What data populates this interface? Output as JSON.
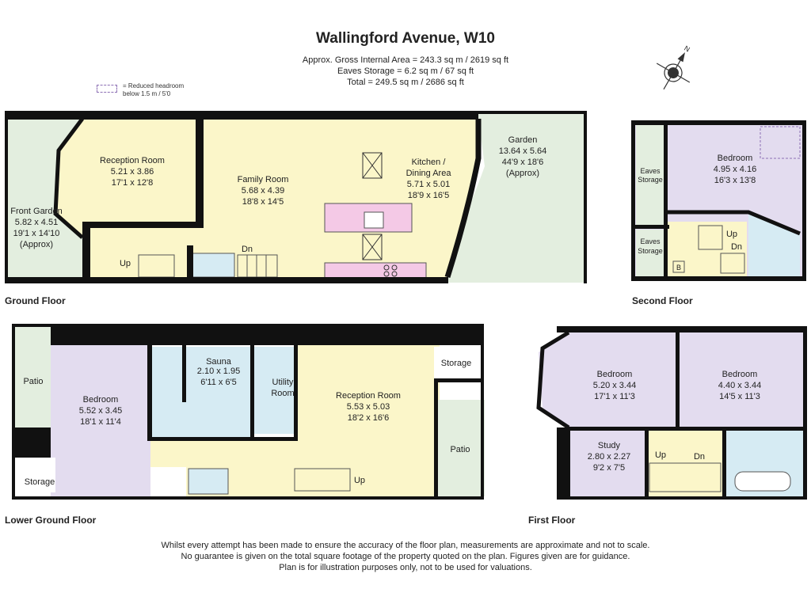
{
  "header": {
    "title": "Wallingford Avenue, W10",
    "gross_area": "Approx. Gross Internal Area = 243.3 sq m / 2619 sq ft",
    "eaves": "Eaves Storage = 6.2 sq m / 67 sq ft",
    "total": "Total = 249.5 sq m / 2686 sq ft"
  },
  "legend": {
    "line1": "= Reduced headroom",
    "line2": "below 1.5 m / 5'0"
  },
  "compass": {
    "letter": "N"
  },
  "floors": {
    "ground": "Ground Floor",
    "second": "Second Floor",
    "lower_ground": "Lower Ground Floor",
    "first": "First Floor"
  },
  "rooms": {
    "gf_reception": {
      "name": "Reception Room",
      "metric": "5.21 x 3.86",
      "imperial": "17'1 x 12'8"
    },
    "gf_family": {
      "name": "Family Room",
      "metric": "5.68 x 4.39",
      "imperial": "18'8 x 14'5"
    },
    "gf_kitchen": {
      "name1": "Kitchen /",
      "name2": "Dining Area",
      "metric": "5.71 x 5.01",
      "imperial": "18'9 x 16'5"
    },
    "gf_garden": {
      "name": "Garden",
      "metric": "13.64 x 5.64",
      "imperial": "44'9 x 18'6",
      "note": "(Approx)"
    },
    "gf_front": {
      "name": "Front Garden",
      "metric": "5.82 x 4.51",
      "imperial": "19'1 x 14'10",
      "note": "(Approx)"
    },
    "gf_up": "Up",
    "gf_dn": "Dn",
    "sf_bedroom": {
      "name": "Bedroom",
      "metric": "4.95 x 4.16",
      "imperial": "16'3 x 13'8"
    },
    "sf_eaves1": {
      "l1": "Eaves",
      "l2": "Storage"
    },
    "sf_eaves2": {
      "l1": "Eaves",
      "l2": "Storage"
    },
    "sf_up": "Up",
    "sf_dn": "Dn",
    "sf_b": "B",
    "lg_patio_left": "Patio",
    "lg_bedroom": {
      "name": "Bedroom",
      "metric": "5.52 x 3.45",
      "imperial": "18'1 x 11'4"
    },
    "lg_storage_left": "Storage",
    "lg_sauna": {
      "name": "Sauna",
      "metric": "2.10 x 1.95",
      "imperial": "6'11 x 6'5"
    },
    "lg_utility": {
      "l1": "Utility",
      "l2": "Room"
    },
    "lg_reception": {
      "name": "Reception Room",
      "metric": "5.53 x 5.03",
      "imperial": "18'2 x 16'6"
    },
    "lg_storage_right": "Storage",
    "lg_patio_right": "Patio",
    "lg_up": "Up",
    "ff_bedroom1": {
      "name": "Bedroom",
      "metric": "5.20 x 3.44",
      "imperial": "17'1 x 11'3"
    },
    "ff_bedroom2": {
      "name": "Bedroom",
      "metric": "4.40 x 3.44",
      "imperial": "14'5 x 11'3"
    },
    "ff_study": {
      "name": "Study",
      "metric": "2.80 x 2.27",
      "imperial": "9'2 x 7'5"
    },
    "ff_up": "Up",
    "ff_dn": "Dn"
  },
  "disclaimer": {
    "line1": "Whilst every attempt has been made to ensure the accuracy of the floor plan, measurements are approximate and not to scale.",
    "line2": "No guarantee is given on the total square footage of the property quoted on the plan. Figures given are for guidance.",
    "line3": "Plan is for illustration purposes only, not to be used for valuations."
  },
  "colors": {
    "reception": "#fbf6c9",
    "bedroom": "#e3dcef",
    "wet": "#d6ebf3",
    "garden": "#e3eedf",
    "kitchen_units": "#f4c9e6",
    "walls": "#111111"
  }
}
